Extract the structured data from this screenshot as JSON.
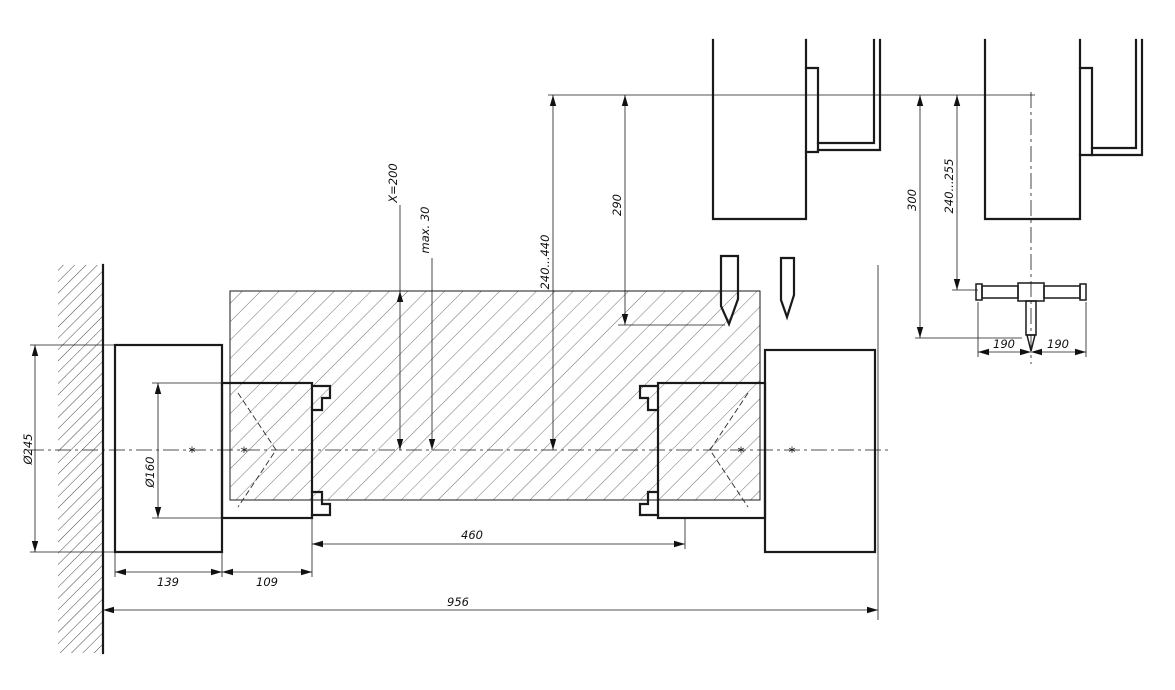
{
  "dimensions": {
    "spindle_dia": "Ø245",
    "chuck_dia": "Ø160",
    "housing_width": "139",
    "chuck_width": "109",
    "between_chucks": "460",
    "total_length": "956",
    "x_travel": "X=200",
    "max_overhang": "max. 30",
    "range_240_440": "240...440",
    "tool_reach": "290",
    "right_reach": "300",
    "range_240_255": "240...255",
    "holder_left": "190",
    "holder_right": "190"
  },
  "symbols": {
    "center_mark": "*"
  },
  "colors": {
    "line": "#1a1a1a",
    "background": "#ffffff"
  }
}
